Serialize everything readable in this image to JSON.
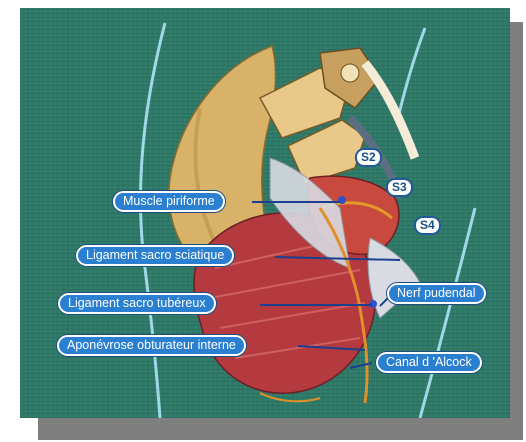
{
  "labels": {
    "muscle_piriforme": "Muscle piriforme",
    "ligament_sacro_sciatique": "Ligament sacro sciatique",
    "ligament_sacro_tubereux": "Ligament sacro tubéreux",
    "aponevrose": "Aponévrose obturateur interne",
    "nerf_pudendal": "Nerf pudendal",
    "canal_alcock": "Canal d 'Alcock"
  },
  "segments": {
    "s2": "S2",
    "s3": "S3",
    "s4": "S4"
  },
  "colors": {
    "background": "#2f7a68",
    "label_fill": "#2a7fd0",
    "bone": "#d9b26a",
    "muscle": "#b43a3f",
    "ligament": "#d8dbe2",
    "nerve": "#e0902a"
  }
}
